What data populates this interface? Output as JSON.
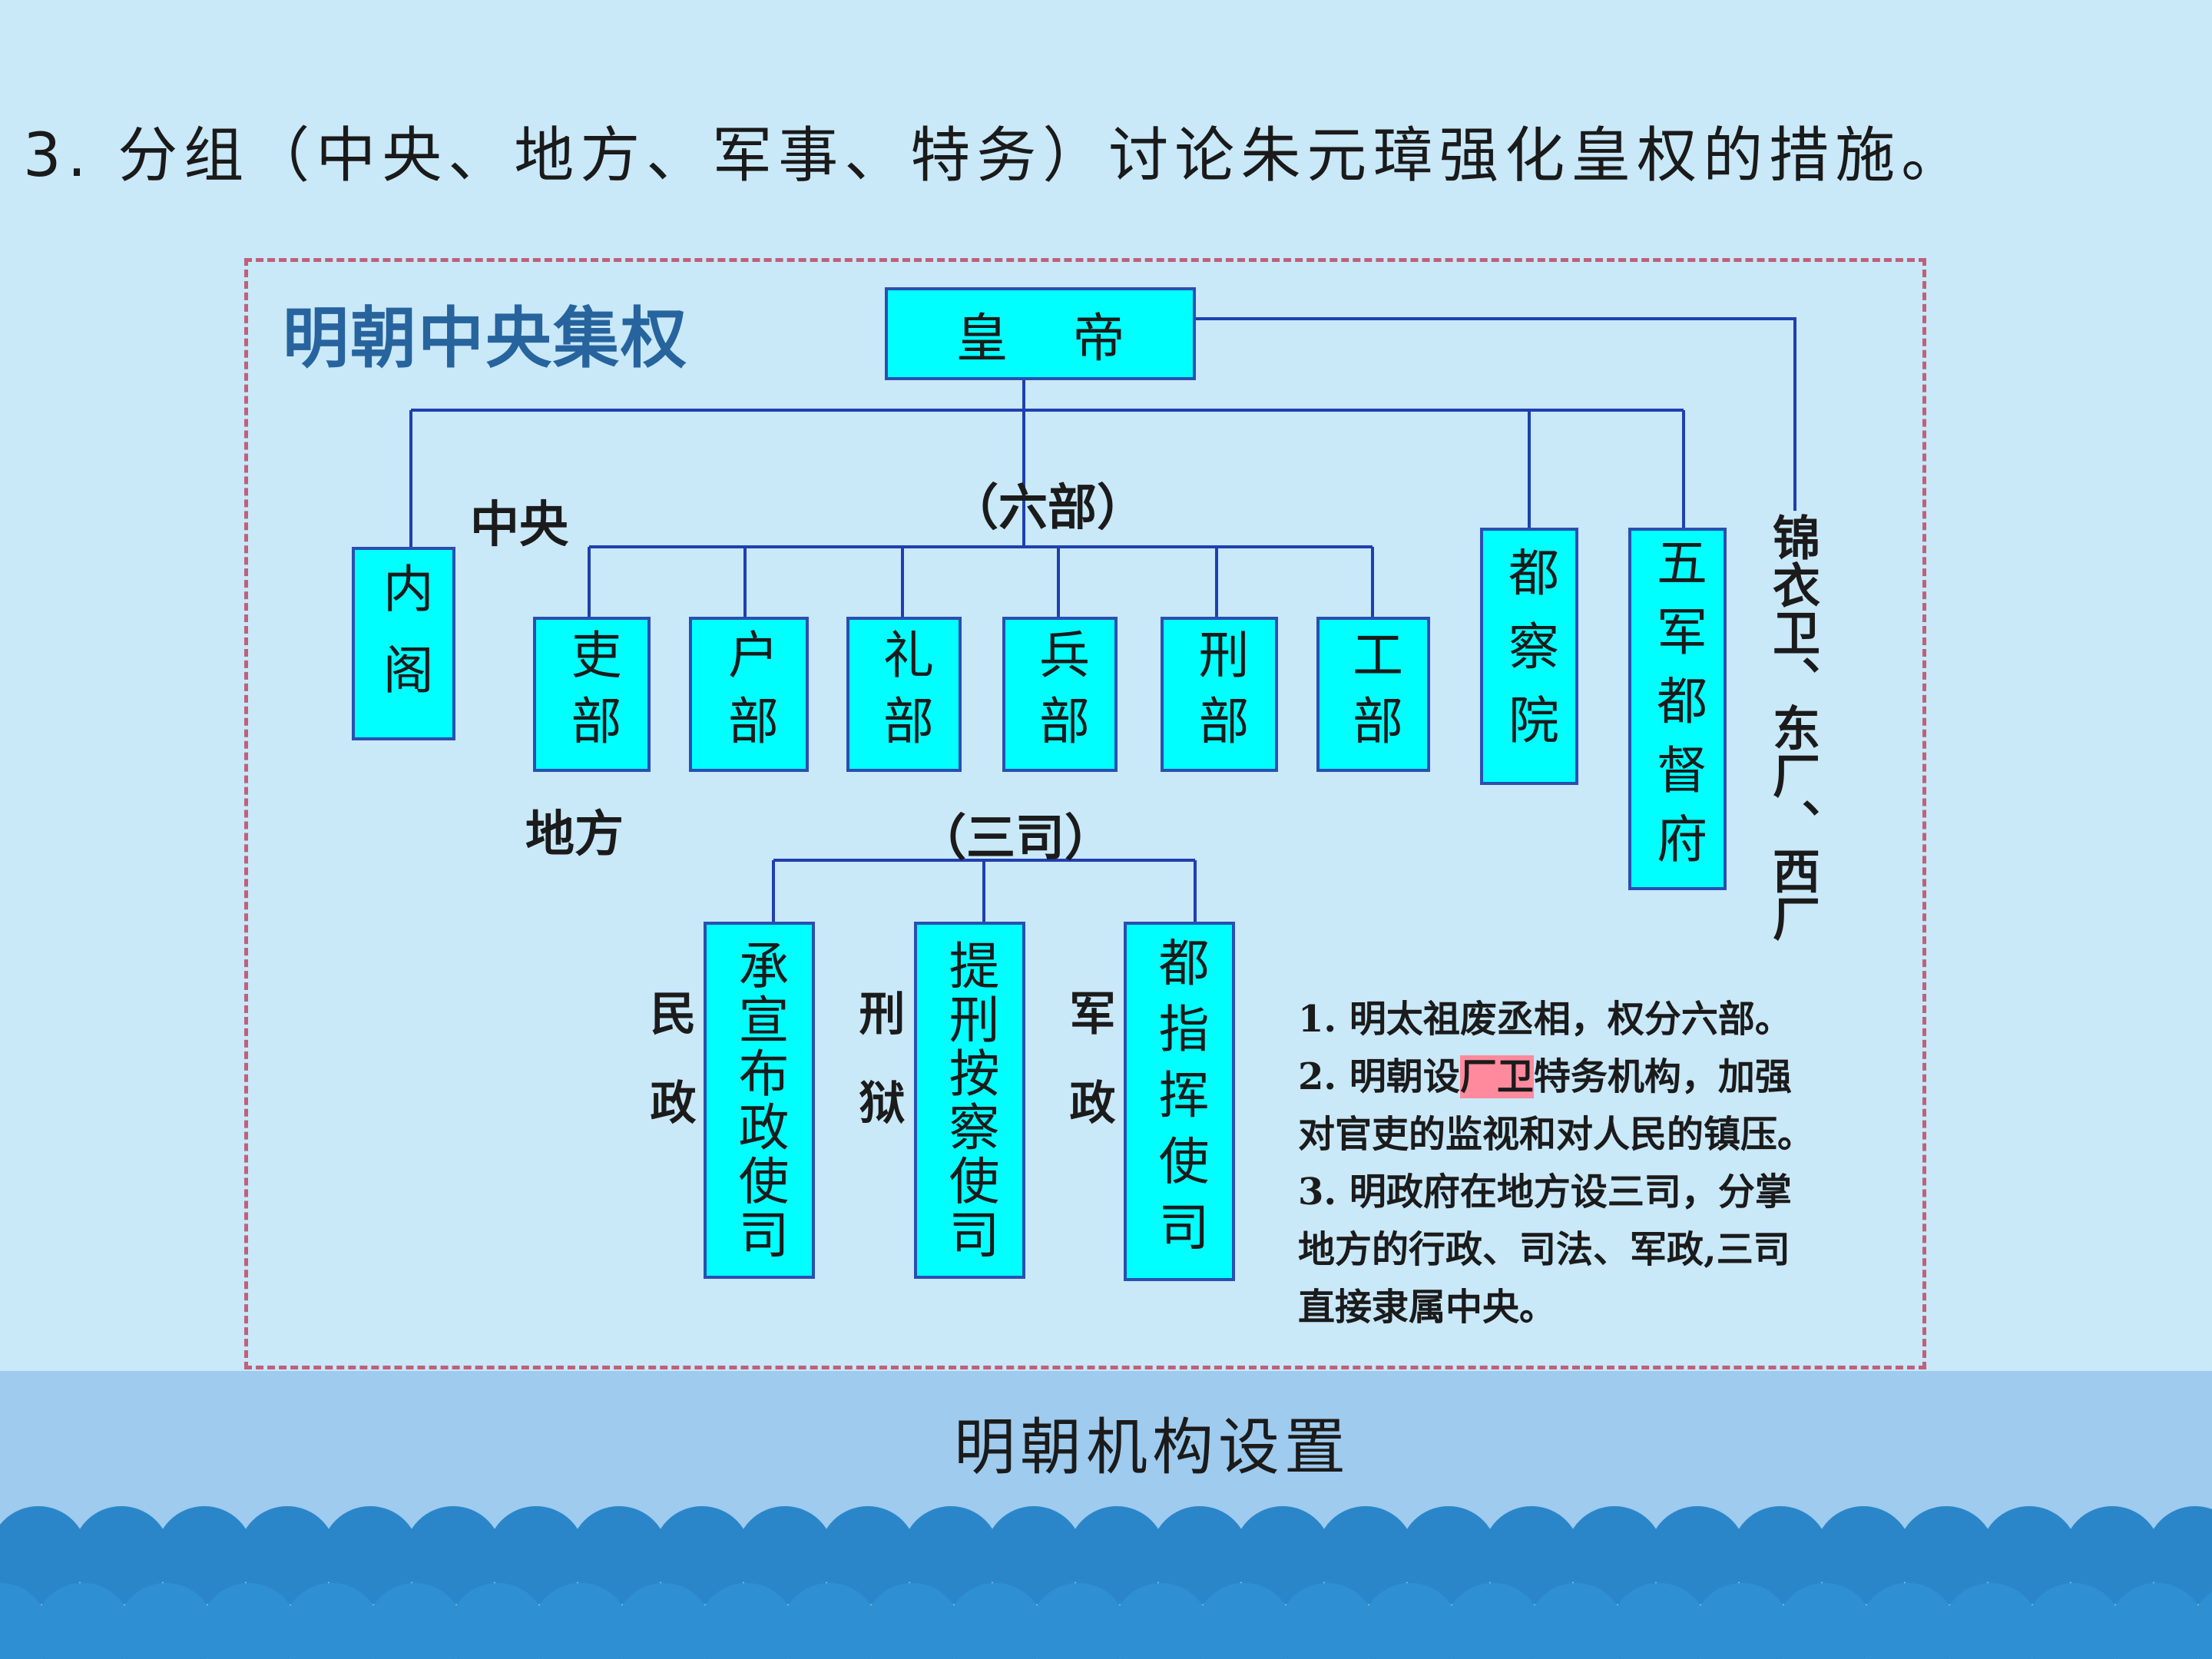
{
  "heading": "3. 分组（中央、地方、军事、特务）讨论朱元璋强化皇权的措施。",
  "diagram": {
    "title": "明朝中央集权",
    "emperor": "皇帝",
    "central_label": "中央",
    "six_ministries_label": "（六部）",
    "local_label": "地方",
    "three_offices_label": "（三司）",
    "neige": "内阁",
    "ministries": [
      "吏部",
      "户部",
      "礼部",
      "兵部",
      "刑部",
      "工部"
    ],
    "duchayuan": "都察院",
    "wujun": "五军都督府",
    "jinyiwei": "锦衣卫、东厂、西厂",
    "offices": [
      "承宣布政使司",
      "提刑按察使司",
      "都指挥使司"
    ],
    "office_roles": [
      "民政",
      "刑狱",
      "军政"
    ]
  },
  "notes": {
    "line1": "1. 明太祖废丞相，权分六部。",
    "line2_pre": "2. 明朝设",
    "line2_hl": "厂卫",
    "line2_post": "特务机构，加强",
    "line3": "对官吏的监视和对人民的镇压。",
    "line4": "3. 明政府在地方设三司，分掌",
    "line5": "地方的行政、司法、军政,三司",
    "line6": "直接隶属中央。"
  },
  "caption": "明朝机构设置",
  "colors": {
    "background": "#c9e8f8",
    "box_fill": "#00ffff",
    "box_border": "#2a4fb0",
    "title_blue": "#27649e",
    "frame_border": "#c0607a",
    "highlight": "#ff8a9e",
    "wave_dark": "#2b86c9",
    "wave_light": "#2f8fd3"
  }
}
